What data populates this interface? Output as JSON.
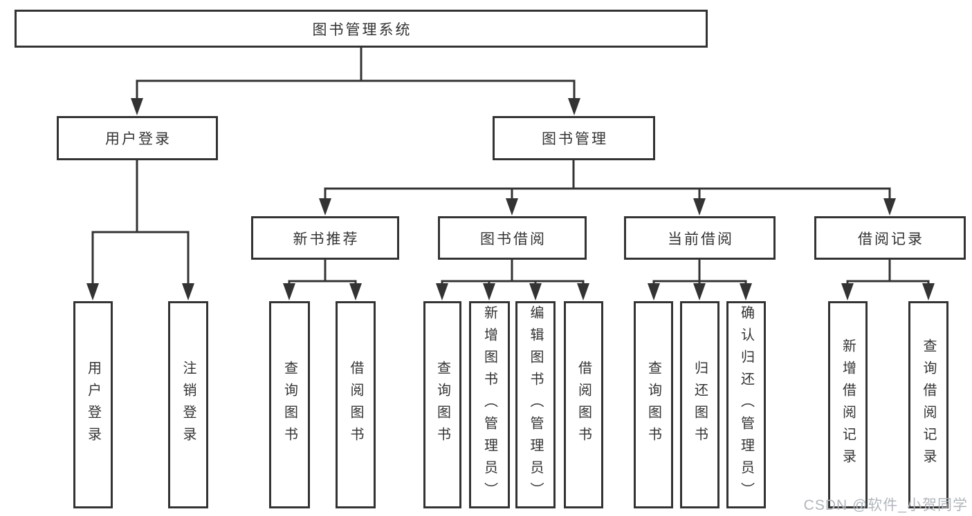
{
  "diagram": {
    "type": "hierarchy-tree",
    "orientation": "top-down"
  },
  "tree": {
    "label": "图书管理系统",
    "children": [
      {
        "label": "用户登录",
        "children": [
          {
            "label": "用户登录"
          },
          {
            "label": "注销登录"
          }
        ]
      },
      {
        "label": "图书管理",
        "children": [
          {
            "label": "新书推荐",
            "children": [
              {
                "label": "查询图书"
              },
              {
                "label": "借阅图书"
              }
            ]
          },
          {
            "label": "图书借阅",
            "children": [
              {
                "label": "查询图书"
              },
              {
                "label": "新增图书（管理员）"
              },
              {
                "label": "编辑图书（管理员）"
              },
              {
                "label": "借阅图书"
              }
            ]
          },
          {
            "label": "当前借阅",
            "children": [
              {
                "label": "查询图书"
              },
              {
                "label": "归还图书"
              },
              {
                "label": "确认归还（管理员）"
              }
            ]
          },
          {
            "label": "借阅记录",
            "children": [
              {
                "label": "新增借阅记录"
              },
              {
                "label": "查询借阅记录"
              }
            ]
          }
        ]
      }
    ]
  },
  "watermark": {
    "text": "CSDN @软件_小贺同学"
  },
  "colors": {
    "line": "#333333",
    "text": "#333333",
    "box_bg": "#ffffff",
    "background": "#ffffff",
    "watermark": "#b1b6bb"
  }
}
